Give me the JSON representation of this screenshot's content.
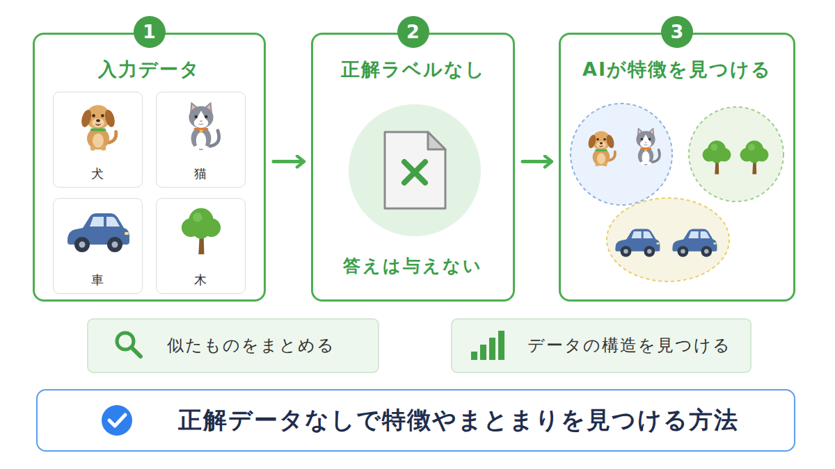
{
  "diagram": {
    "nodes": [
      {
        "text": [
          "1",
          "入力データ"
        ]
      },
      {
        "text": [
          "犬"
        ],
        "in": 0
      },
      {
        "text": [
          "猫"
        ],
        "in": 0
      },
      {
        "text": [
          "車"
        ],
        "in": 0
      },
      {
        "text": [
          "木"
        ],
        "in": 0
      },
      {
        "text": [
          "2",
          "正解ラベルなし",
          "答えは与えない"
        ]
      },
      {
        "text": [
          "3",
          "AIが特徴を見つける"
        ]
      },
      {
        "text": [
          "似たものをまとめる"
        ]
      },
      {
        "text": [
          "データの構造を見つける"
        ]
      },
      {
        "text": [
          "正解データなしで特徴やまとまりを見つける方法"
        ]
      }
    ],
    "edges": [
      {
        "from": 0,
        "to": 5,
        "arrow": "to"
      },
      {
        "from": 5,
        "to": 6,
        "arrow": "to"
      }
    ]
  }
}
